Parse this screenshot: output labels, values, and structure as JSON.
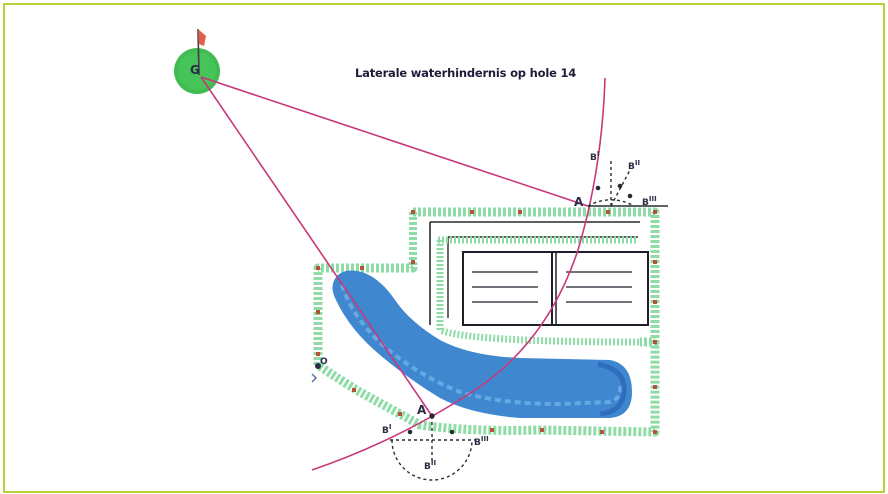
{
  "title": "Laterale waterhindernis op hole 14",
  "labels": {
    "green": "G",
    "point_a_top": "A",
    "point_a_bottom": "A",
    "point_o": "O",
    "b_top_1": "B",
    "b_top_1_mark": "I",
    "b_top_2": "B",
    "b_top_2_mark": "II",
    "b_top_3": "B",
    "b_top_3_mark": "III",
    "b_bot_1": "B",
    "b_bot_1_mark": "I",
    "b_bot_2": "B",
    "b_bot_2_mark": "II",
    "b_bot_3": "B",
    "b_bot_3_mark": "III"
  },
  "colors": {
    "frame": "#b8d335",
    "line": "#c8387a",
    "grass": "#7ed19a",
    "water": "#3f88d0",
    "water_dark": "#2a64b8",
    "stake": "#b5523a",
    "ink": "#1c1c2e",
    "green": "#36b84a"
  }
}
